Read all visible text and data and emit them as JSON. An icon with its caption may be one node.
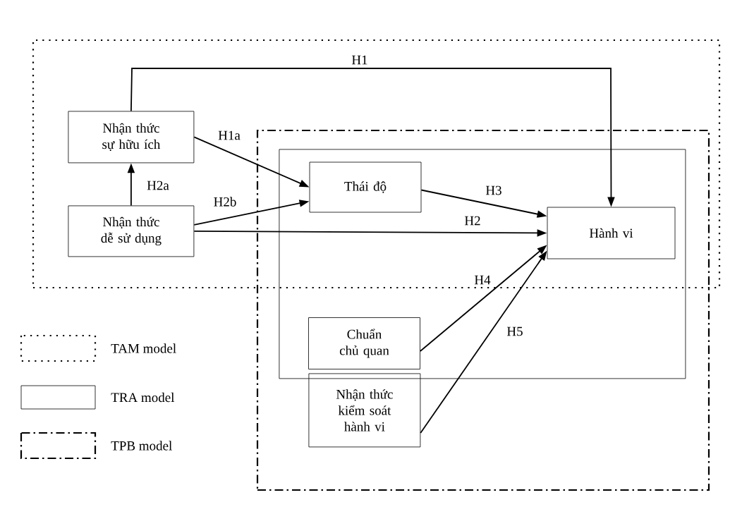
{
  "diagram": {
    "nodes": [
      {
        "text": [],
        "shape": "box"
      },
      {
        "text": [],
        "shape": "box"
      },
      {
        "text": [],
        "shape": "box",
        "in": 1
      },
      {
        "text": [
          "Nhận thức sự hữu ích"
        ],
        "in": 0
      },
      {
        "text": [
          "Nhận thức dễ sử dụng"
        ],
        "in": 0
      },
      {
        "text": [
          "Thái độ"
        ]
      },
      {
        "text": [
          "Hành vi"
        ]
      },
      {
        "text": [
          "Chuẩn chủ quan"
        ],
        "in": 2
      },
      {
        "text": [
          "Nhận thức kiểm soát hành vi"
        ],
        "in": 1
      }
    ],
    "edges": [
      {
        "from": 3,
        "to": 6,
        "arrow": "to",
        "label": "H1"
      },
      {
        "from": 3,
        "to": 5,
        "arrow": "to",
        "label": "H1a"
      },
      {
        "from": 4,
        "to": 3,
        "arrow": "to",
        "label": "H2a"
      },
      {
        "from": 4,
        "to": 5,
        "arrow": "to",
        "label": "H2b"
      },
      {
        "from": 4,
        "to": 6,
        "arrow": "to",
        "label": "H2"
      },
      {
        "from": 5,
        "to": 6,
        "arrow": "to",
        "label": "H3"
      },
      {
        "from": 7,
        "to": 6,
        "arrow": "to",
        "label": "H4"
      },
      {
        "from": 8,
        "to": 6,
        "arrow": "to",
        "label": "H5"
      }
    ],
    "legend": [
      {
        "text": "TAM model"
      },
      {
        "text": "TRA model"
      },
      {
        "text": "TPB model"
      }
    ]
  }
}
